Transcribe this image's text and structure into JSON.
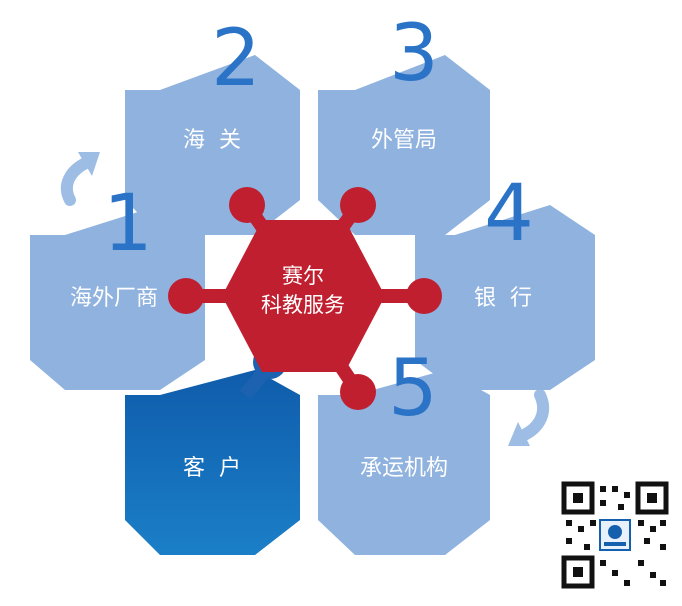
{
  "colors": {
    "light_hex": "#8fb2df",
    "dark_hex": "#1560ae",
    "center": "#c01f2f",
    "number": "#2a73c7",
    "arrow": "#9dbde4"
  },
  "nodes": [
    {
      "id": "hex-overseas-manufacturer",
      "label": "海外厂商",
      "number": "1"
    },
    {
      "id": "hex-customs",
      "label": "海  关",
      "number": "2"
    },
    {
      "id": "hex-safe",
      "label": "外管局",
      "number": "3"
    },
    {
      "id": "hex-bank",
      "label": "银  行",
      "number": "4"
    },
    {
      "id": "hex-carrier",
      "label": "承运机构",
      "number": "5"
    },
    {
      "id": "hex-customer",
      "label": "客  户",
      "number": ""
    }
  ],
  "center": {
    "line1": "赛尔",
    "line2": "科教服务"
  },
  "qr_code": {
    "icon": "qr-code-icon"
  }
}
